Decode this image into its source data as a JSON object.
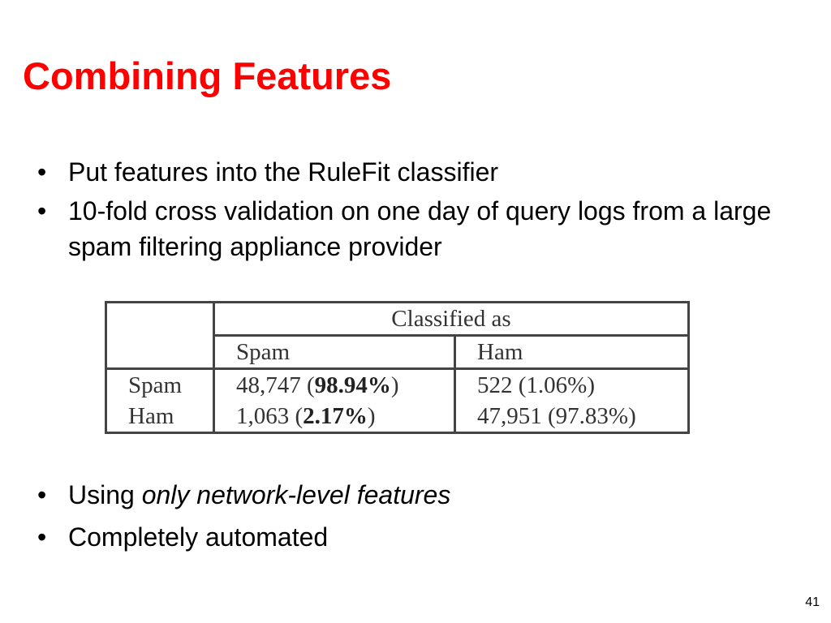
{
  "slide": {
    "title": "Combining Features",
    "page_number": "41"
  },
  "bullets_top": [
    "Put features into the RuleFit classifier",
    "10-fold cross validation on one day of query logs from a large spam filtering appliance provider"
  ],
  "bullets_bottom": {
    "item1_prefix": "Using ",
    "item1_emphasis": "only network-level features",
    "item2": "Completely automated"
  },
  "table": {
    "group_header": "Classified as",
    "col_headers": [
      "Spam",
      "Ham"
    ],
    "rows": [
      {
        "label": "Spam",
        "spam_count": "48,747 (",
        "spam_pct": "98.94%",
        "spam_close": ")",
        "ham_cell": "522 (1.06%)"
      },
      {
        "label": "Ham",
        "spam_count": "1,063 (",
        "spam_pct": "2.17%",
        "spam_close": ")",
        "ham_cell": "47,951 (97.83%)"
      }
    ]
  },
  "colors": {
    "title": "#ff0000",
    "text": "#000000",
    "table_border": "#444444"
  }
}
